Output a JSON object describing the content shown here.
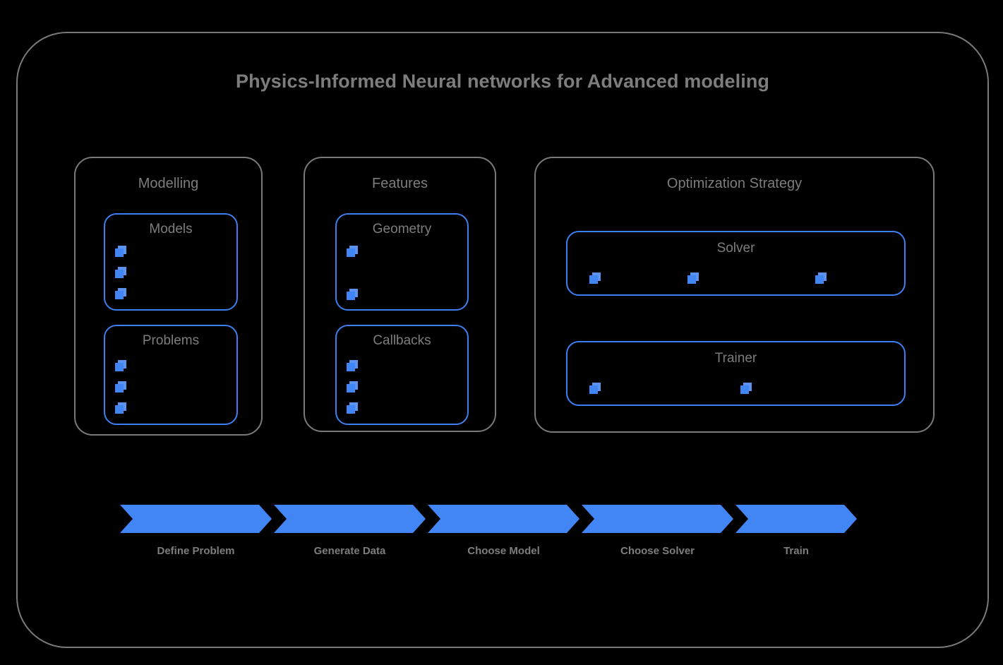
{
  "diagram": {
    "title": "Physics-Informed Neural networks for Advanced modeling",
    "colors": {
      "frame_border": "#7a7a7a",
      "text": "#7d7d7d",
      "accent_blue": "#4285f4",
      "background": "#000000"
    }
  },
  "groups": [
    {
      "label": "Modelling",
      "boxes": [
        {
          "label": "Models",
          "bullet_count": 3,
          "bullet_layout": "vertical"
        },
        {
          "label": "Problems",
          "bullet_count": 3,
          "bullet_layout": "vertical"
        }
      ]
    },
    {
      "label": "Features",
      "boxes": [
        {
          "label": "Geometry",
          "bullet_count": 2,
          "bullet_layout": "vertical"
        },
        {
          "label": "Callbacks",
          "bullet_count": 3,
          "bullet_layout": "vertical"
        }
      ]
    },
    {
      "label": "Optimization Strategy",
      "boxes": [
        {
          "label": "Solver",
          "bullet_count": 3,
          "bullet_layout": "horizontal"
        },
        {
          "label": "Trainer",
          "bullet_count": 2,
          "bullet_layout": "horizontal"
        }
      ]
    }
  ],
  "flow": {
    "steps": [
      {
        "label": "Define Problem"
      },
      {
        "label": "Generate Data"
      },
      {
        "label": "Choose Model"
      },
      {
        "label": "Choose Solver"
      },
      {
        "label": "Train"
      }
    ]
  }
}
